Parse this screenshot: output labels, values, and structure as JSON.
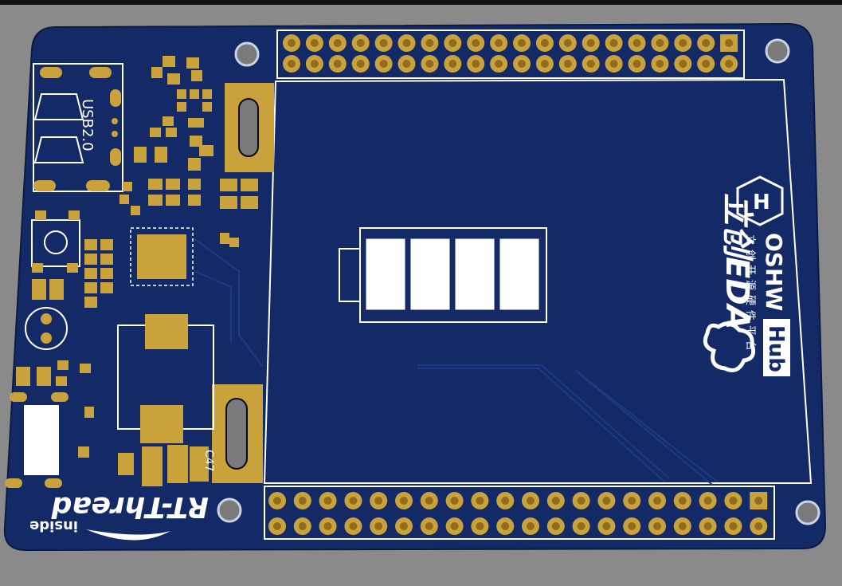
{
  "board": {
    "colors": {
      "background": "#8a8a8a",
      "solder_mask": "#132a66",
      "mask_dark": "#0f2358",
      "copper": "#c9a23c",
      "copper_dark": "#8f6c1e",
      "silk": "#ffffff",
      "hole": "#0b0b0b"
    },
    "silkscreen": {
      "usb_label": "USB2.0",
      "cap_label": "C47",
      "rtthread_logo": "RT-Thread",
      "rtthread_sub": "inside",
      "lceda_logo": "立创EDA",
      "oshw_logo": "OSHW",
      "hub_badge": "Hub",
      "oshw_subtitle": "立创开源硬件平台"
    },
    "battery_icon": {
      "segments": 4,
      "filled": 4
    },
    "headers": {
      "top": {
        "columns": 20,
        "rows": 2
      },
      "bottom": {
        "columns": 20,
        "rows": 2
      }
    },
    "icons": {
      "usb_connector": "usb-port-icon",
      "battery": "battery-full-icon",
      "oshw_hex": "oshw-hub-hex-icon",
      "cloud": "cloud-logo-icon"
    }
  }
}
